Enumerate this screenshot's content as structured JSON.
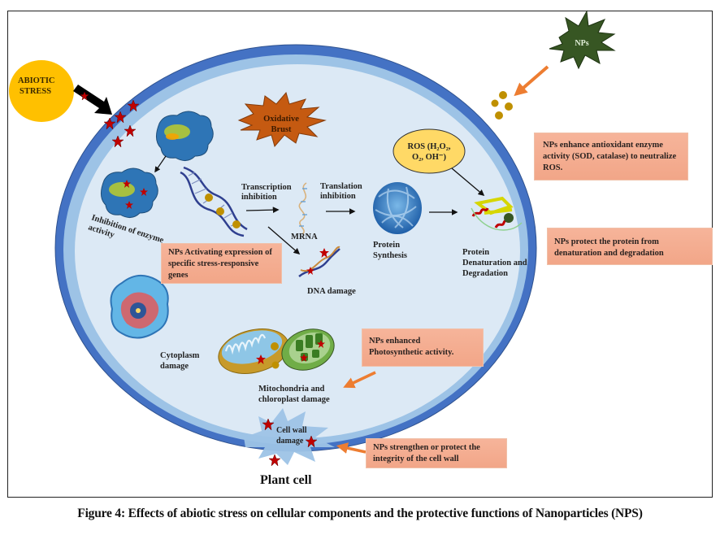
{
  "figure": {
    "caption": "Figure 4: Effects of abiotic stress on cellular components and the protective functions of Nanoparticles (NPS)",
    "cell_label": "Plant cell"
  },
  "stress": {
    "abiotic_label_line1": "ABIOTIC",
    "abiotic_label_line2": "STRESS",
    "oxidative_line1": "Oxidative",
    "oxidative_line2": "Brust",
    "ros_line1": "ROS (H₂O₂,",
    "ros_line2": "O₂, OH⁻)",
    "nps_label": "NPs"
  },
  "labels": {
    "enzyme_line1": "Inhibition  of enzyme",
    "enzyme_line2": "activity",
    "transcription_line1": "Transcription",
    "transcription_line2": "inhibition",
    "mrna": "MRNA",
    "translation_line1": "Translation",
    "translation_line2": "inhibition",
    "protein_synth_line1": "Protein",
    "protein_synth_line2": "Synthesis",
    "protein_denat_line1": "Protein",
    "protein_denat_line2": "Denaturation and",
    "protein_denat_line3": "Degradation",
    "dna_damage": "DNA damage",
    "cytoplasm_line1": "Cytoplasm",
    "cytoplasm_line2": "damage",
    "mito_line1": "Mitochondria  and",
    "mito_line2": "chloroplast damage",
    "cellwall_line1": "Cell wall",
    "cellwall_line2": "damage"
  },
  "protective_boxes": {
    "antioxidant": "NPs enhance antioxidant  enzyme activity (SOD, catalase) to neutralize ROS.",
    "protein": "NPs protect the protein  from denaturation  and degradation",
    "genes": "NPs Activating expression  of specific stress-responsive genes",
    "photosynthetic": "NPs enhanced Photosynthetic activity.",
    "cellwall": "NPs strengthen or protect the integrity  of the cell wall"
  },
  "colors": {
    "cell_outer": "#4472c4",
    "cell_inner_ring": "#9dc3e6",
    "cytoplasm": "#dce9f5",
    "abiotic": "#ffc000",
    "oxidative": "#c55a11",
    "nps_star": "#375623",
    "ros": "#ffd966",
    "box": "#f4b183",
    "arrow_orange": "#ed7d31",
    "damage_star": "#c00000",
    "nanoparticle": "#bf9000"
  }
}
